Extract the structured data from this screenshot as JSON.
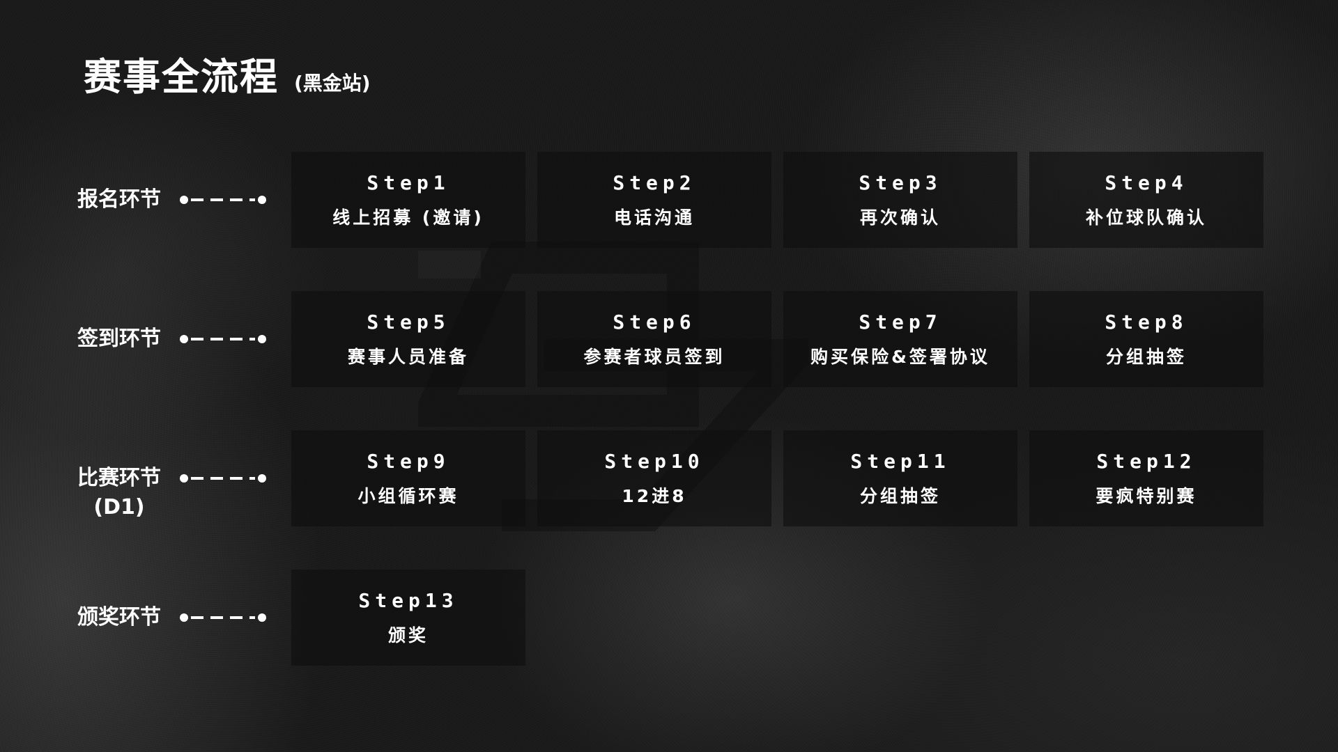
{
  "header": {
    "title": "赛事全流程",
    "subtitle": "(黑金站)"
  },
  "phases": [
    {
      "label": "报名环节"
    },
    {
      "label": "签到环节"
    },
    {
      "label": "比赛环节",
      "sublabel": "(D1)"
    },
    {
      "label": "颁奖环节"
    }
  ],
  "steps": [
    {
      "num": "Step1",
      "title": "线上招募 (邀请)"
    },
    {
      "num": "Step2",
      "title": "电话沟通"
    },
    {
      "num": "Step3",
      "title": "再次确认"
    },
    {
      "num": "Step4",
      "title": "补位球队确认"
    },
    {
      "num": "Step5",
      "title": "赛事人员准备"
    },
    {
      "num": "Step6",
      "title": "参赛者球员签到"
    },
    {
      "num": "Step7",
      "title": "购买保险&签署协议"
    },
    {
      "num": "Step8",
      "title": "分组抽签"
    },
    {
      "num": "Step9",
      "title": "小组循环赛"
    },
    {
      "num": "Step10",
      "title": "12进8"
    },
    {
      "num": "Step11",
      "title": "分组抽签"
    },
    {
      "num": "Step12",
      "title": "要疯特别赛"
    },
    {
      "num": "Step13",
      "title": "颁奖"
    }
  ]
}
